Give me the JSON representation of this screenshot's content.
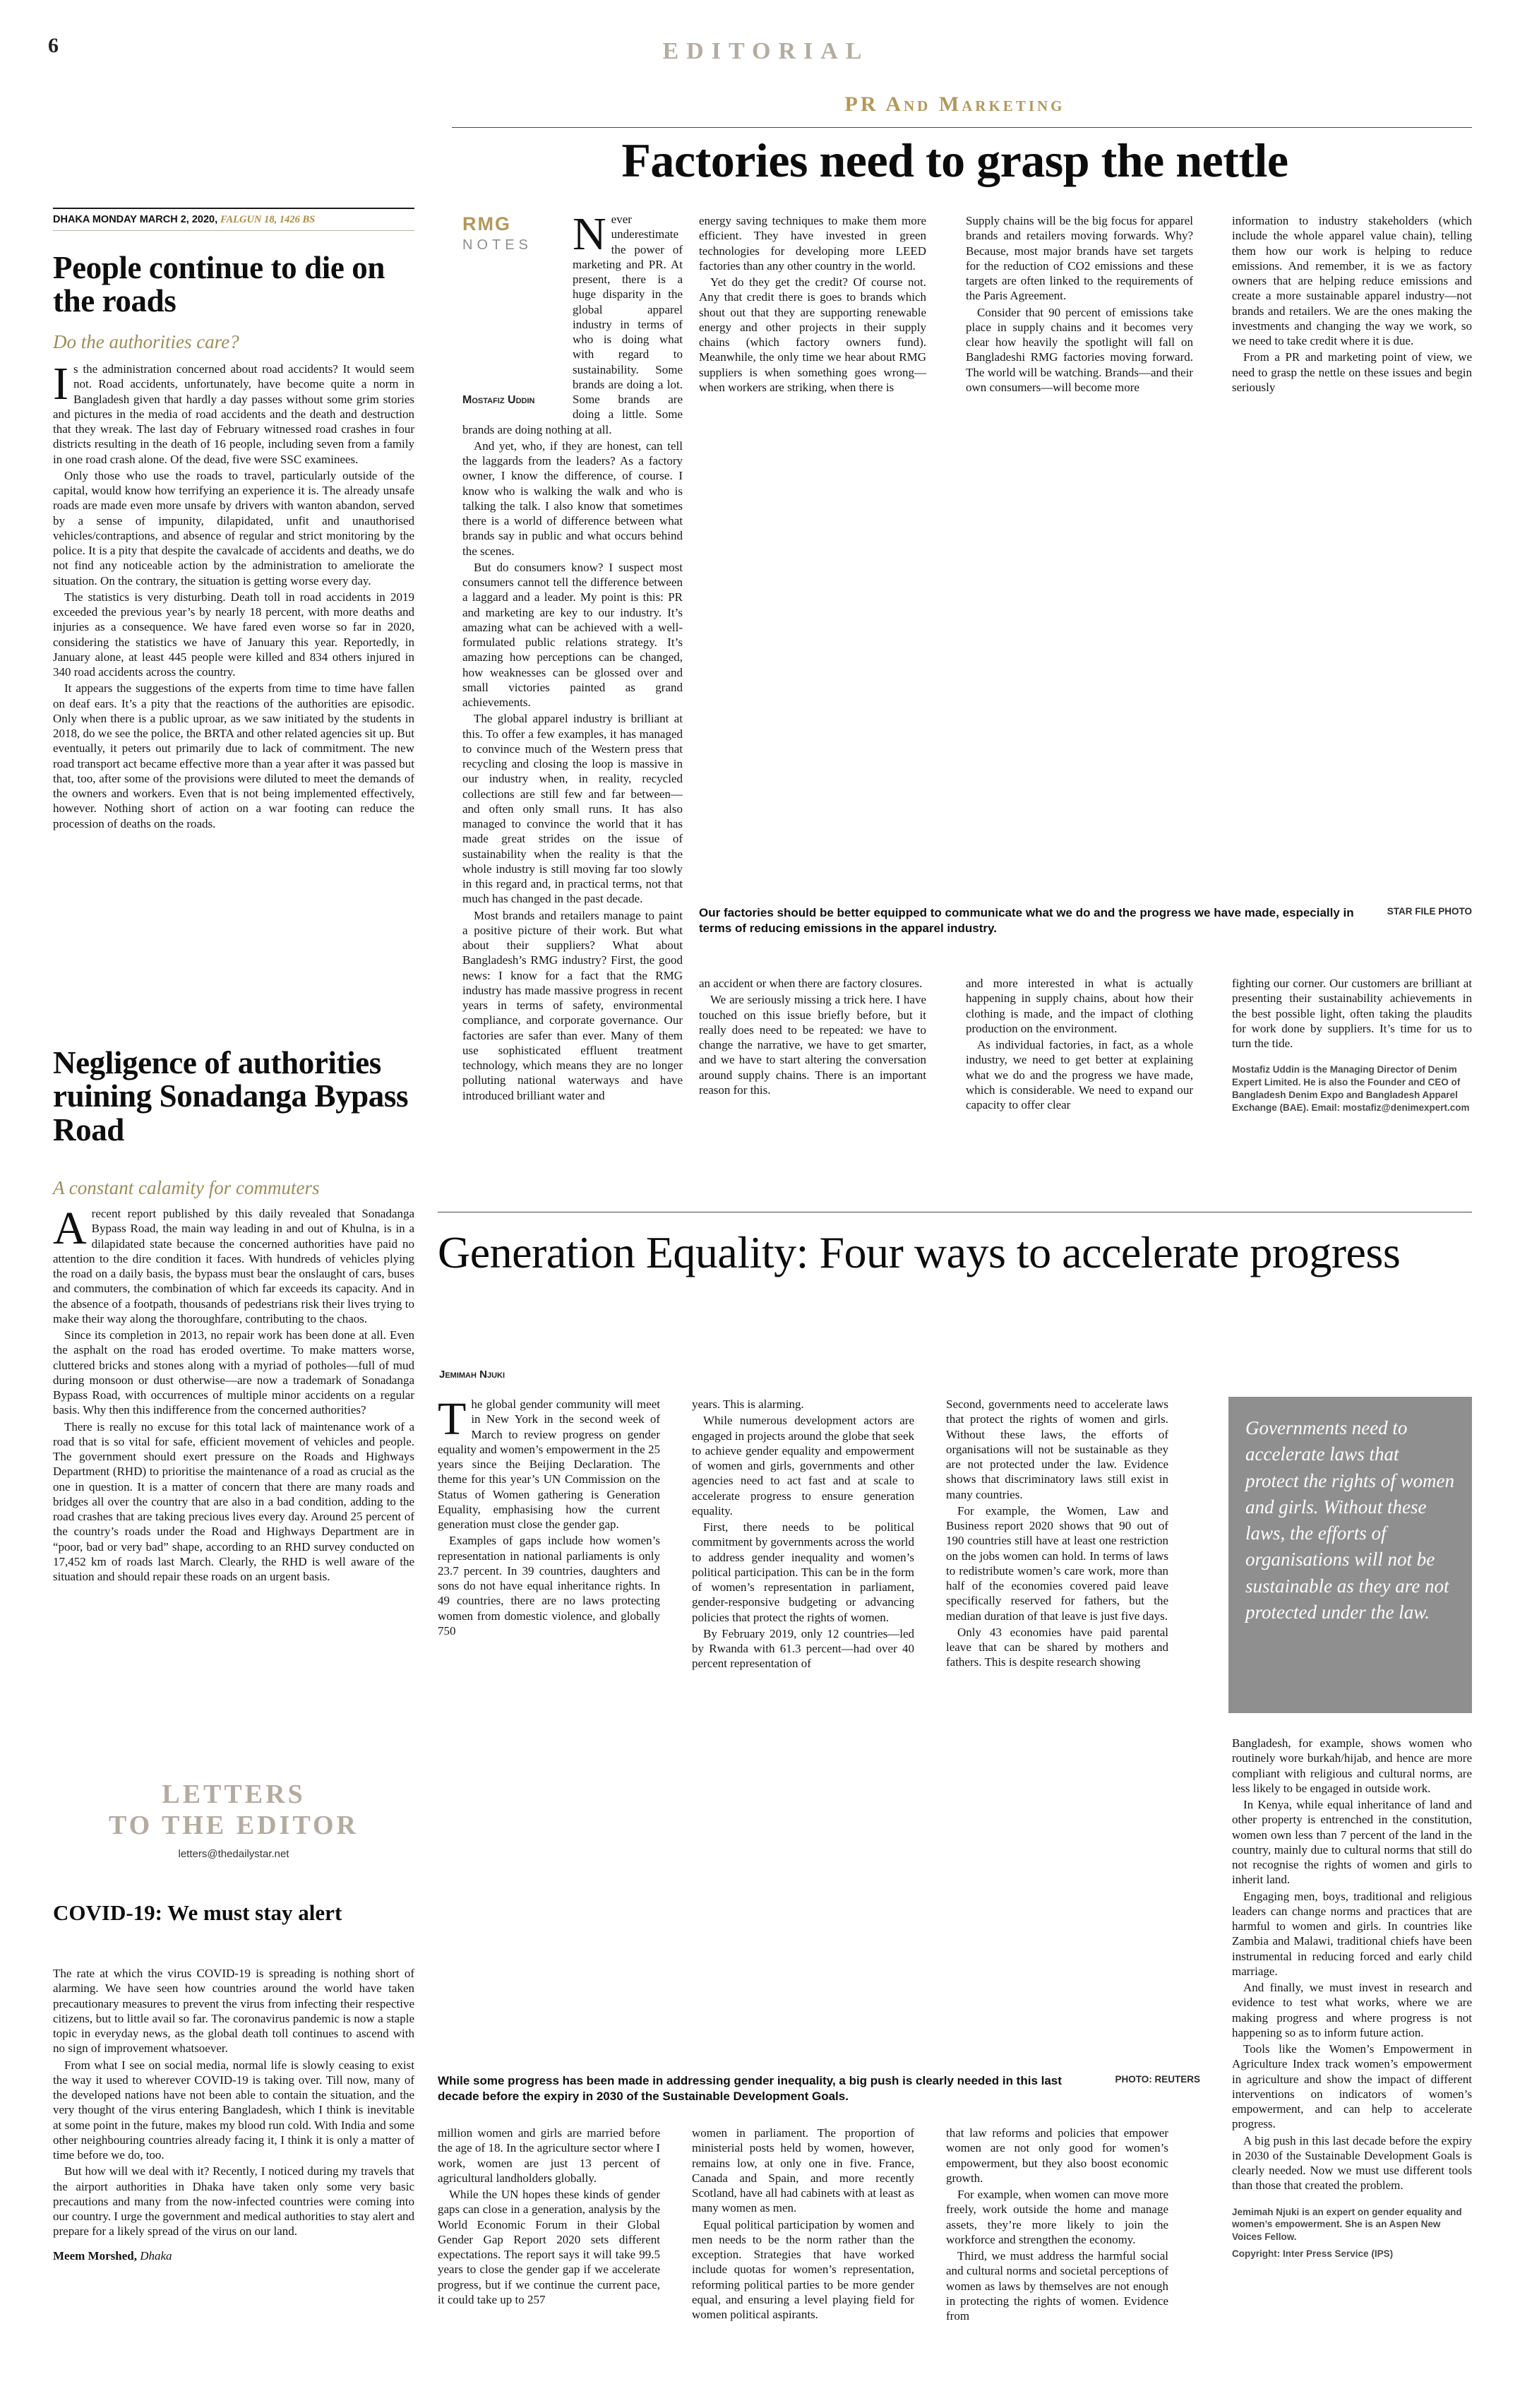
{
  "page": {
    "number": "6",
    "section_title": "EDITORIAL"
  },
  "left_column": {
    "dateline": {
      "main": "DHAKA MONDAY MARCH 2, 2020, ",
      "accent": "FALGUN 18, 1426 BS"
    },
    "editorial_1": {
      "headline": "People continue to die on the roads",
      "standfirst": "Do the authorities care?",
      "paragraphs": [
        "Is the administration concerned about road accidents? It would seem not. Road accidents, unfortunately, have become quite a norm in Bangladesh given that hardly a day passes without some grim stories and pictures in the media of road accidents and the death and destruction that they wreak. The last day of February witnessed road crashes in four districts resulting in the death of 16 people, including seven from a family in one road crash alone. Of the dead, five were SSC examinees.",
        "Only those who use the roads to travel, particularly outside of the capital, would know how terrifying an experience it is. The already unsafe roads are made even more unsafe by drivers with wanton abandon, served by a sense of impunity, dilapidated, unfit and unauthorised vehicles/contraptions, and absence of regular and strict monitoring by the police. It is a pity that despite the cavalcade of accidents and deaths, we do not find any noticeable action by the administration to ameliorate the situation. On the contrary, the situation is getting worse every day.",
        "The statistics is very disturbing. Death toll in road accidents in 2019 exceeded the previous year’s by nearly 18 percent, with more deaths and injuries as a consequence. We have fared even worse so far in 2020, considering the statistics we have of January this year. Reportedly, in January alone, at least 445 people were killed and 834 others injured in 340 road accidents across the country.",
        "It appears the suggestions of the experts from time to time have fallen on deaf ears. It’s a pity that the reactions of the authorities are episodic. Only when there is a public uproar, as we saw initiated by the students in 2018, do we see the police, the BRTA and other related agencies sit up. But eventually, it peters out primarily due to lack of commitment. The new road transport act became effective more than a year after it was passed but that, too, after some of the provisions were diluted to meet the demands of the owners and workers. Even that is not being implemented effectively, however. Nothing short of action on a war footing can reduce the procession of deaths on the roads."
      ]
    },
    "editorial_2": {
      "headline": "Negligence of authorities ruining Sonadanga Bypass Road",
      "standfirst": "A constant calamity for commuters",
      "paragraphs": [
        "A recent report published by this daily revealed that Sonadanga Bypass Road, the main way leading in and out of Khulna, is in a dilapidated state because the concerned authorities have paid no attention to the dire condition it faces. With hundreds of vehicles plying the road on a daily basis, the bypass must bear the onslaught of cars, buses and commuters, the combination of which far exceeds its capacity. And in the absence of a footpath, thousands of pedestrians risk their lives trying to make their way along the thoroughfare, contributing to the chaos.",
        "Since its completion in 2013, no repair work has been done at all. Even the asphalt on the road has eroded overtime. To make matters worse, cluttered bricks and stones along with a myriad of potholes—full of mud during monsoon or dust otherwise—are now a trademark of Sonadanga Bypass Road, with occurrences of multiple minor accidents on a regular basis. Why then this indifference from the concerned authorities?",
        "There is really no excuse for this total lack of maintenance work of a road that is so vital for safe, efficient movement of vehicles and people. The government should exert pressure on the Roads and Highways Department (RHD) to prioritise the maintenance of a road as crucial as the one in question. It is a matter of concern that there are many roads and bridges all over the country that are also in a bad condition, adding to the road crashes that are taking precious lives every day. Around 25 percent of the country’s roads under the Road and Highways Department are in “poor, bad or very bad” shape, according to an RHD survey conducted on 17,452 km of roads last March. Clearly, the RHD is well aware of the situation and should repair these roads on an urgent basis."
      ]
    },
    "letters": {
      "title_line1": "LETTERS",
      "title_line2": "TO THE EDITOR",
      "email": "letters@thedailystar.net"
    },
    "letter": {
      "headline": "COVID-19: We must stay alert",
      "paragraphs": [
        "The rate at which the virus COVID-19 is spreading is nothing short of alarming. We have seen how countries around the world have taken precautionary measures to prevent the virus from infecting their respective citizens, but to little avail so far. The coronavirus pandemic is now a staple topic in everyday news, as the global death toll continues to ascend with no sign of improvement whatsoever.",
        "From what I see on social media, normal life is slowly ceasing to exist the way it used to wherever COVID-19 is taking over. Till now, many of the developed nations have not been able to contain the situation, and the very thought of the virus entering Bangladesh, which I think is inevitable at some point in the future, makes my blood run cold. With India and some other neighbouring countries already facing it, I think it is only a matter of time before we do, too.",
        "But how will we deal with it? Recently, I noticed during my travels that the airport authorities in Dhaka have taken only some very basic precautions and many from the now-infected countries were coming into our country. I urge the government and medical authorities to stay alert and prepare for a likely spread of the virus on our land."
      ],
      "signature_name": "Meem Morshed,",
      "signature_place": "Dhaka"
    }
  },
  "factories": {
    "kicker": "PR And Marketing",
    "headline": "Factories need to grasp the nettle",
    "column_label_bold": "RMG",
    "column_label_light": "NOTES",
    "author": "Mostafiz Uddin",
    "col1": [
      "Never underestimate the power of marketing and PR. At present, there is a huge disparity in the global apparel industry in terms of who is doing what with regard to sustainability. Some brands are doing a lot. Some brands are doing a little. Some brands are doing nothing at all.",
      "And yet, who, if they are honest, can tell the laggards from the leaders? As a factory owner, I know the difference, of course. I know who is walking the walk and who is talking the talk. I also know that sometimes there is a world of difference between what brands say in public and what occurs behind the scenes.",
      "But do consumers know? I suspect most consumers cannot tell the difference between a laggard and a leader. My point is this: PR and marketing are key to our industry. It’s amazing what can be achieved with a well-formulated public relations strategy. It’s amazing how perceptions can be changed, how weaknesses can be glossed over and small victories painted as grand achievements.",
      "The global apparel industry is brilliant at this. To offer a few examples, it has managed to convince much of the Western press that recycling and closing the loop is massive in our industry when, in reality, recycled collections are still few and far between—and often only small runs. It has also managed to convince the world that it has made great strides on the issue of sustainability when the reality is that the whole industry is still moving far too slowly in this regard and, in practical terms, not that much has changed in the past decade.",
      "Most brands and retailers manage to paint a positive picture of their work. But what about their suppliers? What about Bangladesh’s RMG industry? First, the good news: I know for a fact that the RMG industry has made massive progress in recent years in terms of safety, environmental compliance, and corporate governance. Our factories are safer than ever. Many of them use sophisticated effluent treatment technology, which means they are no longer polluting national waterways and have introduced brilliant water and"
    ],
    "col2_top": [
      "energy saving techniques to make them more efficient. They have invested in green technologies for developing more LEED factories than any other country in the world.",
      "Yet do they get the credit? Of course not. Any that credit there is goes to brands which shout out that they are supporting renewable energy and other projects in their supply chains (which factory owners fund). Meanwhile, the only time we hear about RMG suppliers is when something goes wrong—when workers are striking, when there is"
    ],
    "col2_bottom": [
      "an accident or when there are factory closures.",
      "We are seriously missing a trick here. I have touched on this issue briefly before, but it really does need to be repeated: we have to change the narrative, we have to get smarter, and we have to start altering the conversation around supply chains. There is an important reason for this."
    ],
    "col3_top": [
      "Supply chains will be the big focus for apparel brands and retailers moving forwards. Why? Because, most major brands have set targets for the reduction of CO2 emissions and these targets are often linked to the requirements of the Paris Agreement.",
      "Consider that 90 percent of emissions take place in supply chains and it becomes very clear how heavily the spotlight will fall on Bangladeshi RMG factories moving forward. The world will be watching. Brands—and their own consumers—will become more"
    ],
    "col3_bottom": [
      "and more interested in what is actually happening in supply chains, about how their clothing is made, and the impact of clothing production on the environment.",
      "As individual factories, in fact, as a whole industry, we need to get better at explaining what we do and the progress we have made, which is considerable. We need to expand our capacity to offer clear"
    ],
    "col4_top": [
      "information to industry stakeholders (which include the whole apparel value chain), telling them how our work is helping to reduce emissions. And remember, it is we as factory owners that are helping reduce emissions and create a more sustainable apparel industry—not brands and retailers. We are the ones making the investments and changing the way we work, so we need to take credit where it is due.",
      "From a PR and marketing point of view, we need to grasp the nettle on these issues and begin seriously"
    ],
    "col4_bottom": [
      "fighting our corner. Our customers are brilliant at presenting their sustainability achievements in the best possible light, often taking the plaudits for work done by suppliers. It’s time for us to turn the tide."
    ],
    "caption": "Our factories should be better equipped to communicate what we do and the progress we have made, especially in terms of reducing emissions in the apparel industry.",
    "photo_credit": "STAR FILE PHOTO",
    "bio": "Mostafiz Uddin is the Managing Director of Denim Expert Limited. He is also the Founder and CEO of Bangladesh Denim Expo and Bangladesh Apparel Exchange (BAE). Email: mostafiz@denimexpert.com"
  },
  "equality": {
    "headline": "Generation Equality: Four ways to accelerate progress",
    "author": "Jemimah Njuki",
    "col1_top": [
      "The global gender community will meet in New York in the second week of March to review progress on gender equality and women’s empowerment in the 25 years since the Beijing Declaration. The theme for this year’s UN Commission on the Status of Women gathering is Generation Equality, emphasising how the current generation must close the gender gap.",
      "Examples of gaps include how women’s representation in national parliaments is only 23.7 percent. In 39 countries, daughters and sons do not have equal inheritance rights. In 49 countries, there are no laws protecting women from domestic violence, and globally 750"
    ],
    "col1_bottom": [
      "million women and girls are married before the age of 18. In the agriculture sector where I work, women are just 13 percent of agricultural landholders globally.",
      "While the UN hopes these kinds of gender gaps can close in a generation, analysis by the World Economic Forum in their Global Gender Gap Report 2020 sets different expectations. The report says it will take 99.5 years to close the gender gap if we accelerate progress, but if we continue the current pace, it could take up to 257"
    ],
    "col2_top": [
      "years. This is alarming.",
      "While numerous development actors are engaged in projects around the globe that seek to achieve gender equality and empowerment of women and girls, governments and other agencies need to act fast and at scale to accelerate progress to ensure generation equality.",
      "First, there needs to be political commitment by governments across the world to address gender inequality and women’s political participation. This can be in the form of women’s representation in parliament, gender-responsive budgeting or advancing policies that protect the rights of women.",
      "By February 2019, only 12 countries—led by Rwanda with 61.3 percent—had over 40 percent representation of"
    ],
    "col2_bottom": [
      "women in parliament. The proportion of ministerial posts held by women, however, remains low, at only one in five. France, Canada and Spain, and more recently Scotland, have all had cabinets with at least as many women as men.",
      "Equal political participation by women and men needs to be the norm rather than the exception. Strategies that have worked include quotas for women’s representation, reforming political parties to be more gender equal, and ensuring a level playing field for women political aspirants."
    ],
    "col3_top": [
      "Second, governments need to accelerate laws that protect the rights of women and girls. Without these laws, the efforts of organisations will not be sustainable as they are not protected under the law. Evidence shows that discriminatory laws still exist in many countries.",
      "For example, the Women, Law and Business report 2020 shows that 90 out of 190 countries still have at least one restriction on the jobs women can hold. In terms of laws to redistribute women’s care work, more than half of the economies covered paid leave specifically reserved for fathers, but the median duration of that leave is just five days.",
      "Only 43 economies have paid parental leave that can be shared by mothers and fathers. This is despite research showing"
    ],
    "col3_bottom": [
      "that law reforms and policies that empower women are not only good for women’s empowerment, but they also boost economic growth.",
      "For example, when women can move more freely, work outside the home and manage assets, they’re more likely to join the workforce and strengthen the economy.",
      "Third, we must address the harmful social and cultural norms and societal perceptions of women as laws by themselves are not enough in protecting the rights of women. Evidence from"
    ],
    "pull_quote": "Governments need to accelerate laws that protect the rights of women and girls. Without these laws, the efforts of organisations will not be sustainable as they are not protected under the law.",
    "col4": [
      "Bangladesh, for example, shows women who routinely wore burkah/hijab, and hence are more compliant with religious and cultural norms, are less likely to be engaged in outside work.",
      "In Kenya, while equal inheritance of land and other property is entrenched in the constitution, women own less than 7 percent of the land in the country, mainly due to cultural norms that still do not recognise the rights of women and girls to inherit land.",
      "Engaging men, boys, traditional and religious leaders can change norms and practices that are harmful to women and girls. In countries like Zambia and Malawi, traditional chiefs have been instrumental in reducing forced and early child marriage.",
      "And finally, we must invest in research and evidence to test what works, where we are making progress and where progress is not happening so as to inform future action.",
      "Tools like the Women’s Empowerment in Agriculture Index track women’s empowerment in agriculture and show the impact of different interventions on indicators of women’s empowerment, and can help to accelerate progress.",
      "A big push in this last decade before the expiry in 2030 of the Sustainable Development Goals is clearly needed. Now we must use different tools than those that created the problem."
    ],
    "caption": "While some progress has been made in addressing gender inequality, a big push is clearly needed in this last decade before the expiry in 2030 of the Sustainable Development Goals.",
    "photo_credit": "PHOTO: REUTERS",
    "bio": "Jemimah Njuki is an expert on gender equality and women’s empowerment. She is an Aspen New Voices Fellow.",
    "copyright": "Copyright: Inter Press Service (IPS)"
  }
}
